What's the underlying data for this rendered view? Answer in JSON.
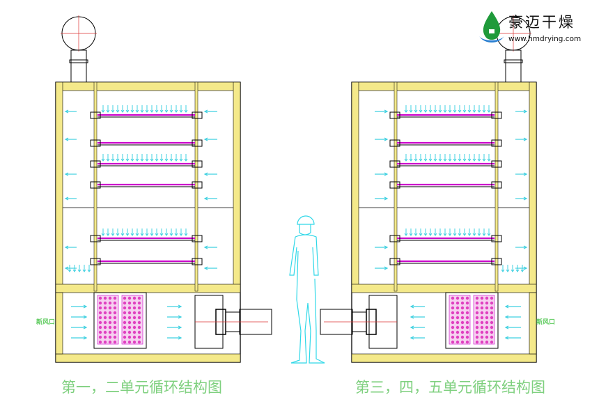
{
  "logo": {
    "name": "豪迈干燥",
    "url": "www.hmdrying.com"
  },
  "units": [
    {
      "caption": "第一，二单元循环结构图",
      "inlet_label": "新风口"
    },
    {
      "caption": "第三，四，五单元循环结构图",
      "inlet_label": "新风口"
    }
  ],
  "colors": {
    "frame": "#000000",
    "duct": "#f4e98a",
    "air": "#3fd0e0",
    "tube": "#cc00cc",
    "caption": "#7fd07f",
    "person": "#2fd8e8"
  }
}
